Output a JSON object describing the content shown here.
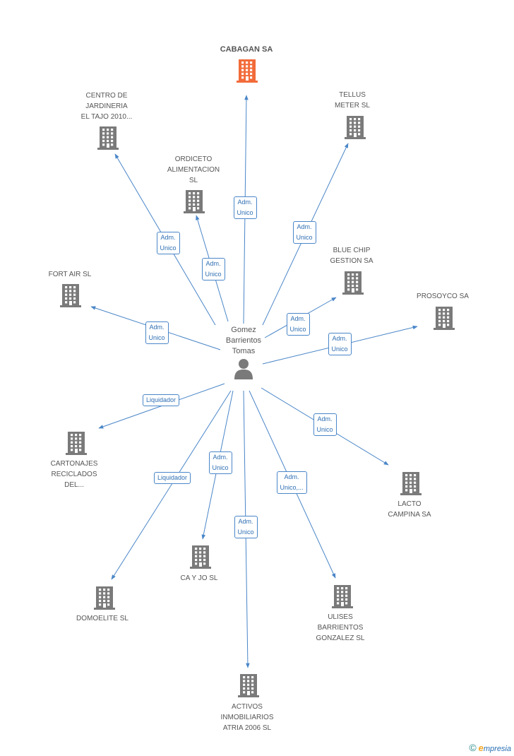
{
  "colors": {
    "edge": "#4a86c8",
    "building": "#7a7a7a",
    "main_building": "#f26b3a"
  },
  "center": {
    "name": "Gomez\nBarrientos\nTomas"
  },
  "companies": [
    {
      "id": "cabagan",
      "name": "CABAGAN SA",
      "main": true
    },
    {
      "id": "centro",
      "name": "CENTRO DE\nJARDINERIA\nEL TAJO 2010..."
    },
    {
      "id": "tellus",
      "name": "TELLUS\nMETER SL"
    },
    {
      "id": "ordiceto",
      "name": "ORDICETO\nALIMENTACION\nSL"
    },
    {
      "id": "bluechip",
      "name": "BLUE CHIP\nGESTION SA"
    },
    {
      "id": "fortair",
      "name": "FORT AIR SL"
    },
    {
      "id": "prosoyco",
      "name": "PROSOYCO SA"
    },
    {
      "id": "cartonajes",
      "name": "CARTONAJES\nRECICLADOS\nDEL..."
    },
    {
      "id": "lacto",
      "name": "LACTO\nCAMPINA SA"
    },
    {
      "id": "cayjo",
      "name": "CA Y JO SL"
    },
    {
      "id": "domoelite",
      "name": "DOMOELITE SL"
    },
    {
      "id": "ulises",
      "name": "ULISES\nBARRIENTOS\nGONZALEZ SL"
    },
    {
      "id": "activos",
      "name": "ACTIVOS\nINMOBILIARIOS\nATRIA 2006 SL"
    }
  ],
  "edges": [
    {
      "to": "cabagan",
      "label": "Adm.\nUnico"
    },
    {
      "to": "centro",
      "label": "Adm.\nUnico"
    },
    {
      "to": "ordiceto",
      "label": "Adm.\nUnico"
    },
    {
      "to": "tellus",
      "label": "Adm.\nUnico"
    },
    {
      "to": "bluechip",
      "label": "Adm.\nUnico"
    },
    {
      "to": "fortair",
      "label": "Adm.\nUnico"
    },
    {
      "to": "prosoyco",
      "label": "Adm.\nUnico"
    },
    {
      "to": "cartonajes",
      "label": "Liquidador"
    },
    {
      "to": "lacto",
      "label": "Adm.\nUnico"
    },
    {
      "to": "cayjo",
      "label": "Adm.\nUnico"
    },
    {
      "to": "domoelite",
      "label": "Liquidador"
    },
    {
      "to": "ulises",
      "label": "Adm.\nUnico,..."
    },
    {
      "to": "activos",
      "label": "Adm.\nUnico"
    }
  ],
  "footer": {
    "copyright": "©",
    "brand_e": "e",
    "brand_rest": "mpresia"
  }
}
